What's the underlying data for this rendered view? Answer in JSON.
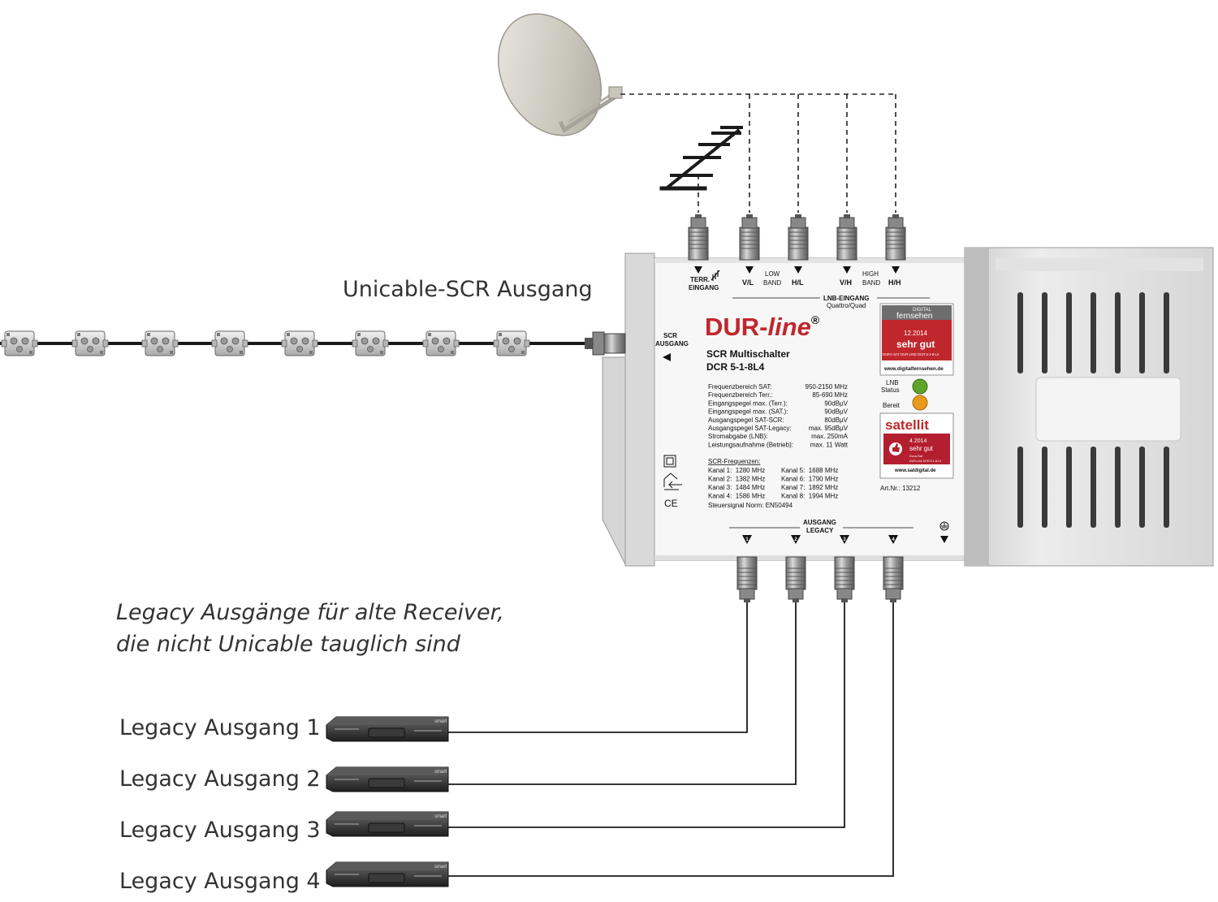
{
  "captions": {
    "unicable": "Unicable-SCR Ausgang",
    "legacy_note_line1": "Legacy Ausgänge für alte Receiver,",
    "legacy_note_line2": "die nicht Unicable tauglich sind",
    "outputs": [
      "Legacy Ausgang 1",
      "Legacy Ausgang 2",
      "Legacy Ausgang 3",
      "Legacy Ausgang 4"
    ]
  },
  "device": {
    "brand_dur": "DUR-",
    "brand_line": "line",
    "reg": "®",
    "model_line1": "SCR Multischalter",
    "model_line2": "DCR 5-1-8L4",
    "port_terr_1": "TERR.",
    "port_terr_2": "EINGANG",
    "port_vl": "V/L",
    "port_hl": "H/L",
    "port_vh": "V/H",
    "port_hh": "H/H",
    "low_1": "LOW",
    "low_2": "BAND",
    "high_1": "HIGH",
    "high_2": "BAND",
    "lnb_in_1": "LNB-EINGANG",
    "lnb_in_2": "Quattro/Quad",
    "scr_out_1": "SCR",
    "scr_out_2": "AUSGANG",
    "specs": [
      {
        "label": "Frequenzbereich SAT:",
        "value": "950-2150 MHz"
      },
      {
        "label": "Frequenzbereich Terr.:",
        "value": "85-690 MHz"
      },
      {
        "label": "Eingangspegel max. (Terr.):",
        "value": "90dBµV"
      },
      {
        "label": "Eingangspegel max. (SAT.):",
        "value": "90dBµV"
      },
      {
        "label": "Ausgangspegel SAT-SCR:",
        "value": "80dBµV"
      },
      {
        "label": "Ausgangspegel SAT-Legacy:",
        "value": "max. 95dBµV"
      },
      {
        "label": "Stromabgabe (LNB):",
        "value": "max. 250mA"
      },
      {
        "label": "Leistungsaufnahme (Betrieb):",
        "value": "max. 11 Watt"
      }
    ],
    "scr_freq_title": "SCR-Frequenzen:",
    "scr_freqs": [
      "Kanal 1:  1280 MHz",
      "Kanal 5:  1688 MHz",
      "Kanal 2:  1382 MHz",
      "Kanal 6:  1790 MHz",
      "Kanal 3:  1484 MHz",
      "Kanal 7:  1892 MHz",
      "Kanal 4:  1586 MHz",
      "Kanal 8:  1994 MHz"
    ],
    "steuersignal": "Steuersignal Norm: EN50494",
    "legacy_out_1": "AUSGANG",
    "legacy_out_2": "LEGACY",
    "legacy_nums": [
      "1",
      "2",
      "3",
      "4"
    ],
    "lnb_status_1": "LNB",
    "lnb_status_2": "Status",
    "bereit": "Bereit",
    "artnr": "Art.Nr.: 13212",
    "ce": "CE",
    "colors": {
      "brand_red": "#c0272d",
      "led_green": "#5fa32a",
      "led_orange": "#e89a1c"
    }
  },
  "badges": {
    "df_digital": "DIGITAL",
    "df_name": "fernsehen",
    "df_date": "12.2014",
    "df_grade": "sehr gut",
    "df_product": "DURA-SAT DUR-LINE DCR 5-1-8-L4",
    "df_url": "www.digitalfernsehen.de",
    "sat_name": "satellit",
    "sat_date": "4.2014",
    "sat_grade": "sehr gut",
    "sat_line1": "Dura-Sat",
    "sat_line2": "DUR-Line DCR 5-1-8-L4",
    "sat_url": "www.satdigital.de"
  },
  "receiver_brand": "smart"
}
